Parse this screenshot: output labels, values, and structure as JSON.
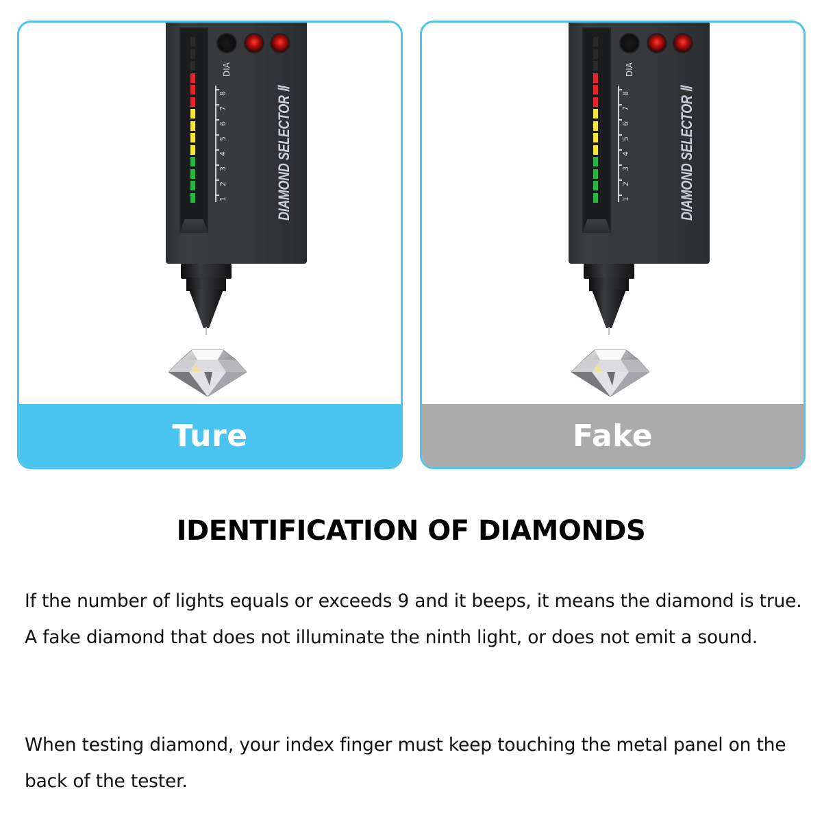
{
  "cards": [
    {
      "id": "true",
      "label": "Ture",
      "footer_color": "#4ac3ef",
      "device": {
        "brand": "DIAMOND SELECTOR Ⅱ",
        "marker_label": "DIA",
        "scale_numbers": [
          "1",
          "2",
          "3",
          "4",
          "5",
          "6",
          "7",
          "8"
        ],
        "leds_lit": {
          "red": 3,
          "yellow": 4,
          "green": 4
        },
        "indicator_lights": [
          "off",
          "red",
          "red"
        ]
      }
    },
    {
      "id": "fake",
      "label": "Fake",
      "footer_color": "#ababab",
      "device": {
        "brand": "DIAMOND SELECTOR Ⅱ",
        "marker_label": "DIA",
        "scale_numbers": [
          "1",
          "2",
          "3",
          "4",
          "5",
          "6",
          "7",
          "8"
        ],
        "leds_lit": {
          "red": 3,
          "yellow": 4,
          "green": 4
        },
        "indicator_lights": [
          "off",
          "red",
          "red"
        ]
      }
    }
  ],
  "border_color": "#4fc3ea",
  "heading": "IDENTIFICATION OF DIAMONDS",
  "paragraphs": [
    "If the number of lights equals or exceeds 9 and it beeps, it means the diamond is true. A fake diamond that does not illuminate the ninth light, or does not emit a sound.",
    "When testing diamond, your index finger must keep touching the metal panel on the back of the tester."
  ]
}
